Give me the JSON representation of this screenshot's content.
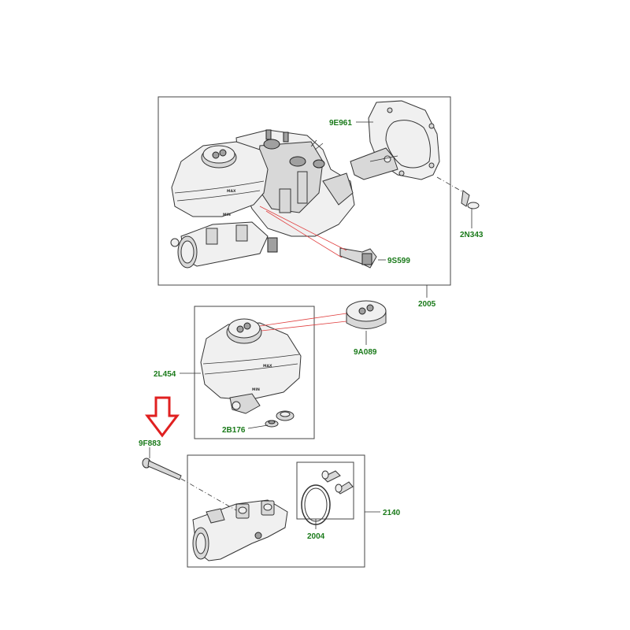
{
  "colors": {
    "label": "#1a7a1a",
    "arrow": "#e02020",
    "leader_red": "#e04040",
    "outline": "#333333"
  },
  "labels": {
    "part_2005": "2005",
    "part_9E961": "9E961",
    "part_2N343": "2N343",
    "part_9S599": "9S599",
    "part_9A089": "9A089",
    "part_2L454": "2L454",
    "part_2B176": "2B176",
    "part_9F883": "9F883",
    "part_2140": "2140",
    "part_2004": "2004"
  },
  "reservoir_markings": {
    "max": "MAX",
    "min": "MIN"
  },
  "icons": {
    "highlight_arrow": "down-arrow-icon"
  }
}
